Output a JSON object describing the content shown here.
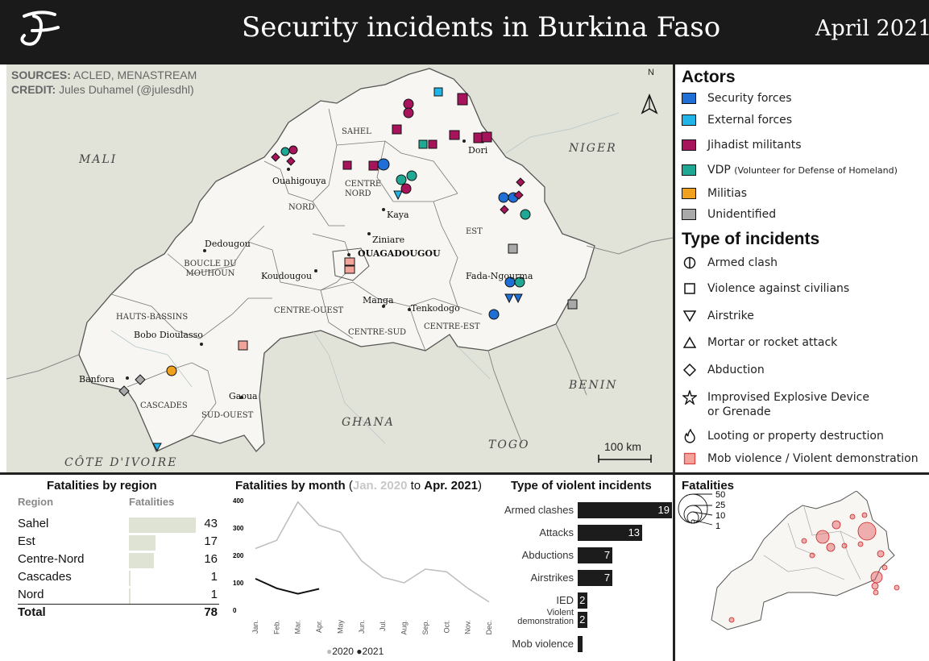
{
  "header": {
    "title": "Security incidents in Burkina Faso",
    "date": "April 2021"
  },
  "map": {
    "sources_label": "SOURCES:",
    "sources_value": "ACLED, MENASTREAM",
    "credit_label": "CREDIT:",
    "credit_value": "Jules Duhamel (@julesdhl)",
    "north_label": "N",
    "scale_label": "100 km",
    "countries": [
      "MALI",
      "NIGER",
      "BENIN",
      "TOGO",
      "GHANA",
      "CÔTE D'IVOIRE"
    ],
    "regions": [
      "SAHEL",
      "CENTRE NORD",
      "NORD",
      "EST",
      "BOUCLE DU MOUHOUN",
      "HAUTS-BASSINS",
      "CENTRE-OUEST",
      "CENTRE-SUD",
      "CENTRE-EST",
      "CASCADES",
      "SUD-OUEST"
    ],
    "towns": [
      "Dori",
      "Ouahigouya",
      "Kaya",
      "Ziniare",
      "OUAGADOUGOU",
      "Dedougou",
      "Koudougou",
      "Fada-Ngourma",
      "Manga",
      "Tenkodogo",
      "Bobo Dioulasso",
      "Banfora",
      "Gaoua"
    ]
  },
  "legend": {
    "actors_title": "Actors",
    "actors": [
      {
        "label": "Security forces",
        "color": "#1f6fd6"
      },
      {
        "label": "External forces",
        "color": "#21b4e8"
      },
      {
        "label": "Jihadist militants",
        "color": "#a8145c"
      },
      {
        "label": "VDP",
        "note": "(Volunteer for Defense of Homeland)",
        "color": "#1fa894"
      },
      {
        "label": "Militias",
        "color": "#f0a21e"
      },
      {
        "label": "Unidentified",
        "color": "#a9a9a9"
      }
    ],
    "types_title": "Type of incidents",
    "types": [
      {
        "label": "Armed clash",
        "icon": "armed-clash-icon"
      },
      {
        "label": "Violence against civilians",
        "icon": "square-icon"
      },
      {
        "label": "Airstrike",
        "icon": "down-triangle-icon"
      },
      {
        "label": "Mortar or rocket attack",
        "icon": "up-triangle-icon"
      },
      {
        "label": "Abduction",
        "icon": "diamond-icon"
      },
      {
        "label": "Improvised Explosive Device",
        "label2": "or Grenade",
        "icon": "star-icon"
      },
      {
        "label": "Looting or property destruction",
        "icon": "flame-icon"
      },
      {
        "label": "Mob violence / Violent demonstration",
        "icon": "mob-square-icon",
        "color": "#f4a39a"
      }
    ]
  },
  "region_table": {
    "title": "Fatalities by region",
    "col_region": "Region",
    "col_fatalities": "Fatalities",
    "rows": [
      {
        "region": "Sahel",
        "fatalities": "43"
      },
      {
        "region": "Est",
        "fatalities": "17"
      },
      {
        "region": "Centre-Nord",
        "fatalities": "16"
      },
      {
        "region": "Cascades",
        "fatalities": "1"
      },
      {
        "region": "Nord",
        "fatalities": "1"
      }
    ],
    "total_label": "Total",
    "total_value": "78",
    "bar_color": "#dfe3d3"
  },
  "month_chart_text": {
    "title_a": "Fatalities by month",
    "title_b": " (",
    "title_c": "Jan. 2020",
    "title_d": " to ",
    "title_e": "Apr. 2021",
    "title_f": ")",
    "legend_2020": "2020",
    "legend_2021": "2021"
  },
  "type_chart_title": "Type of violent incidents",
  "mini_map": {
    "title": "Fatalities",
    "size_values": [
      "50",
      "25",
      "10",
      "1"
    ]
  },
  "chart_data": [
    {
      "type": "line",
      "title": "Fatalities by month (Jan. 2020 to Apr. 2021)",
      "categories": [
        "Jan.",
        "Feb.",
        "Mar.",
        "Apr.",
        "May",
        "Jun.",
        "Jul.",
        "Aug.",
        "Sep.",
        "Oct.",
        "Nov.",
        "Dec."
      ],
      "series": [
        {
          "name": "2020",
          "color": "#bdbdbd",
          "values": [
            225,
            255,
            395,
            310,
            285,
            180,
            120,
            100,
            150,
            140,
            80,
            30
          ]
        },
        {
          "name": "2021",
          "color": "#111111",
          "values": [
            115,
            80,
            60,
            78
          ]
        }
      ],
      "ylim": [
        0,
        400
      ],
      "yticks": [
        0,
        100,
        200,
        300,
        400
      ]
    },
    {
      "type": "bar",
      "title": "Type of violent incidents",
      "categories": [
        "Armed clashes",
        "Attacks",
        "Abductions",
        "Airstrikes",
        "IED",
        "Violent demonstration",
        "Mob violence"
      ],
      "values": [
        19,
        13,
        7,
        7,
        2,
        2,
        1
      ]
    }
  ]
}
